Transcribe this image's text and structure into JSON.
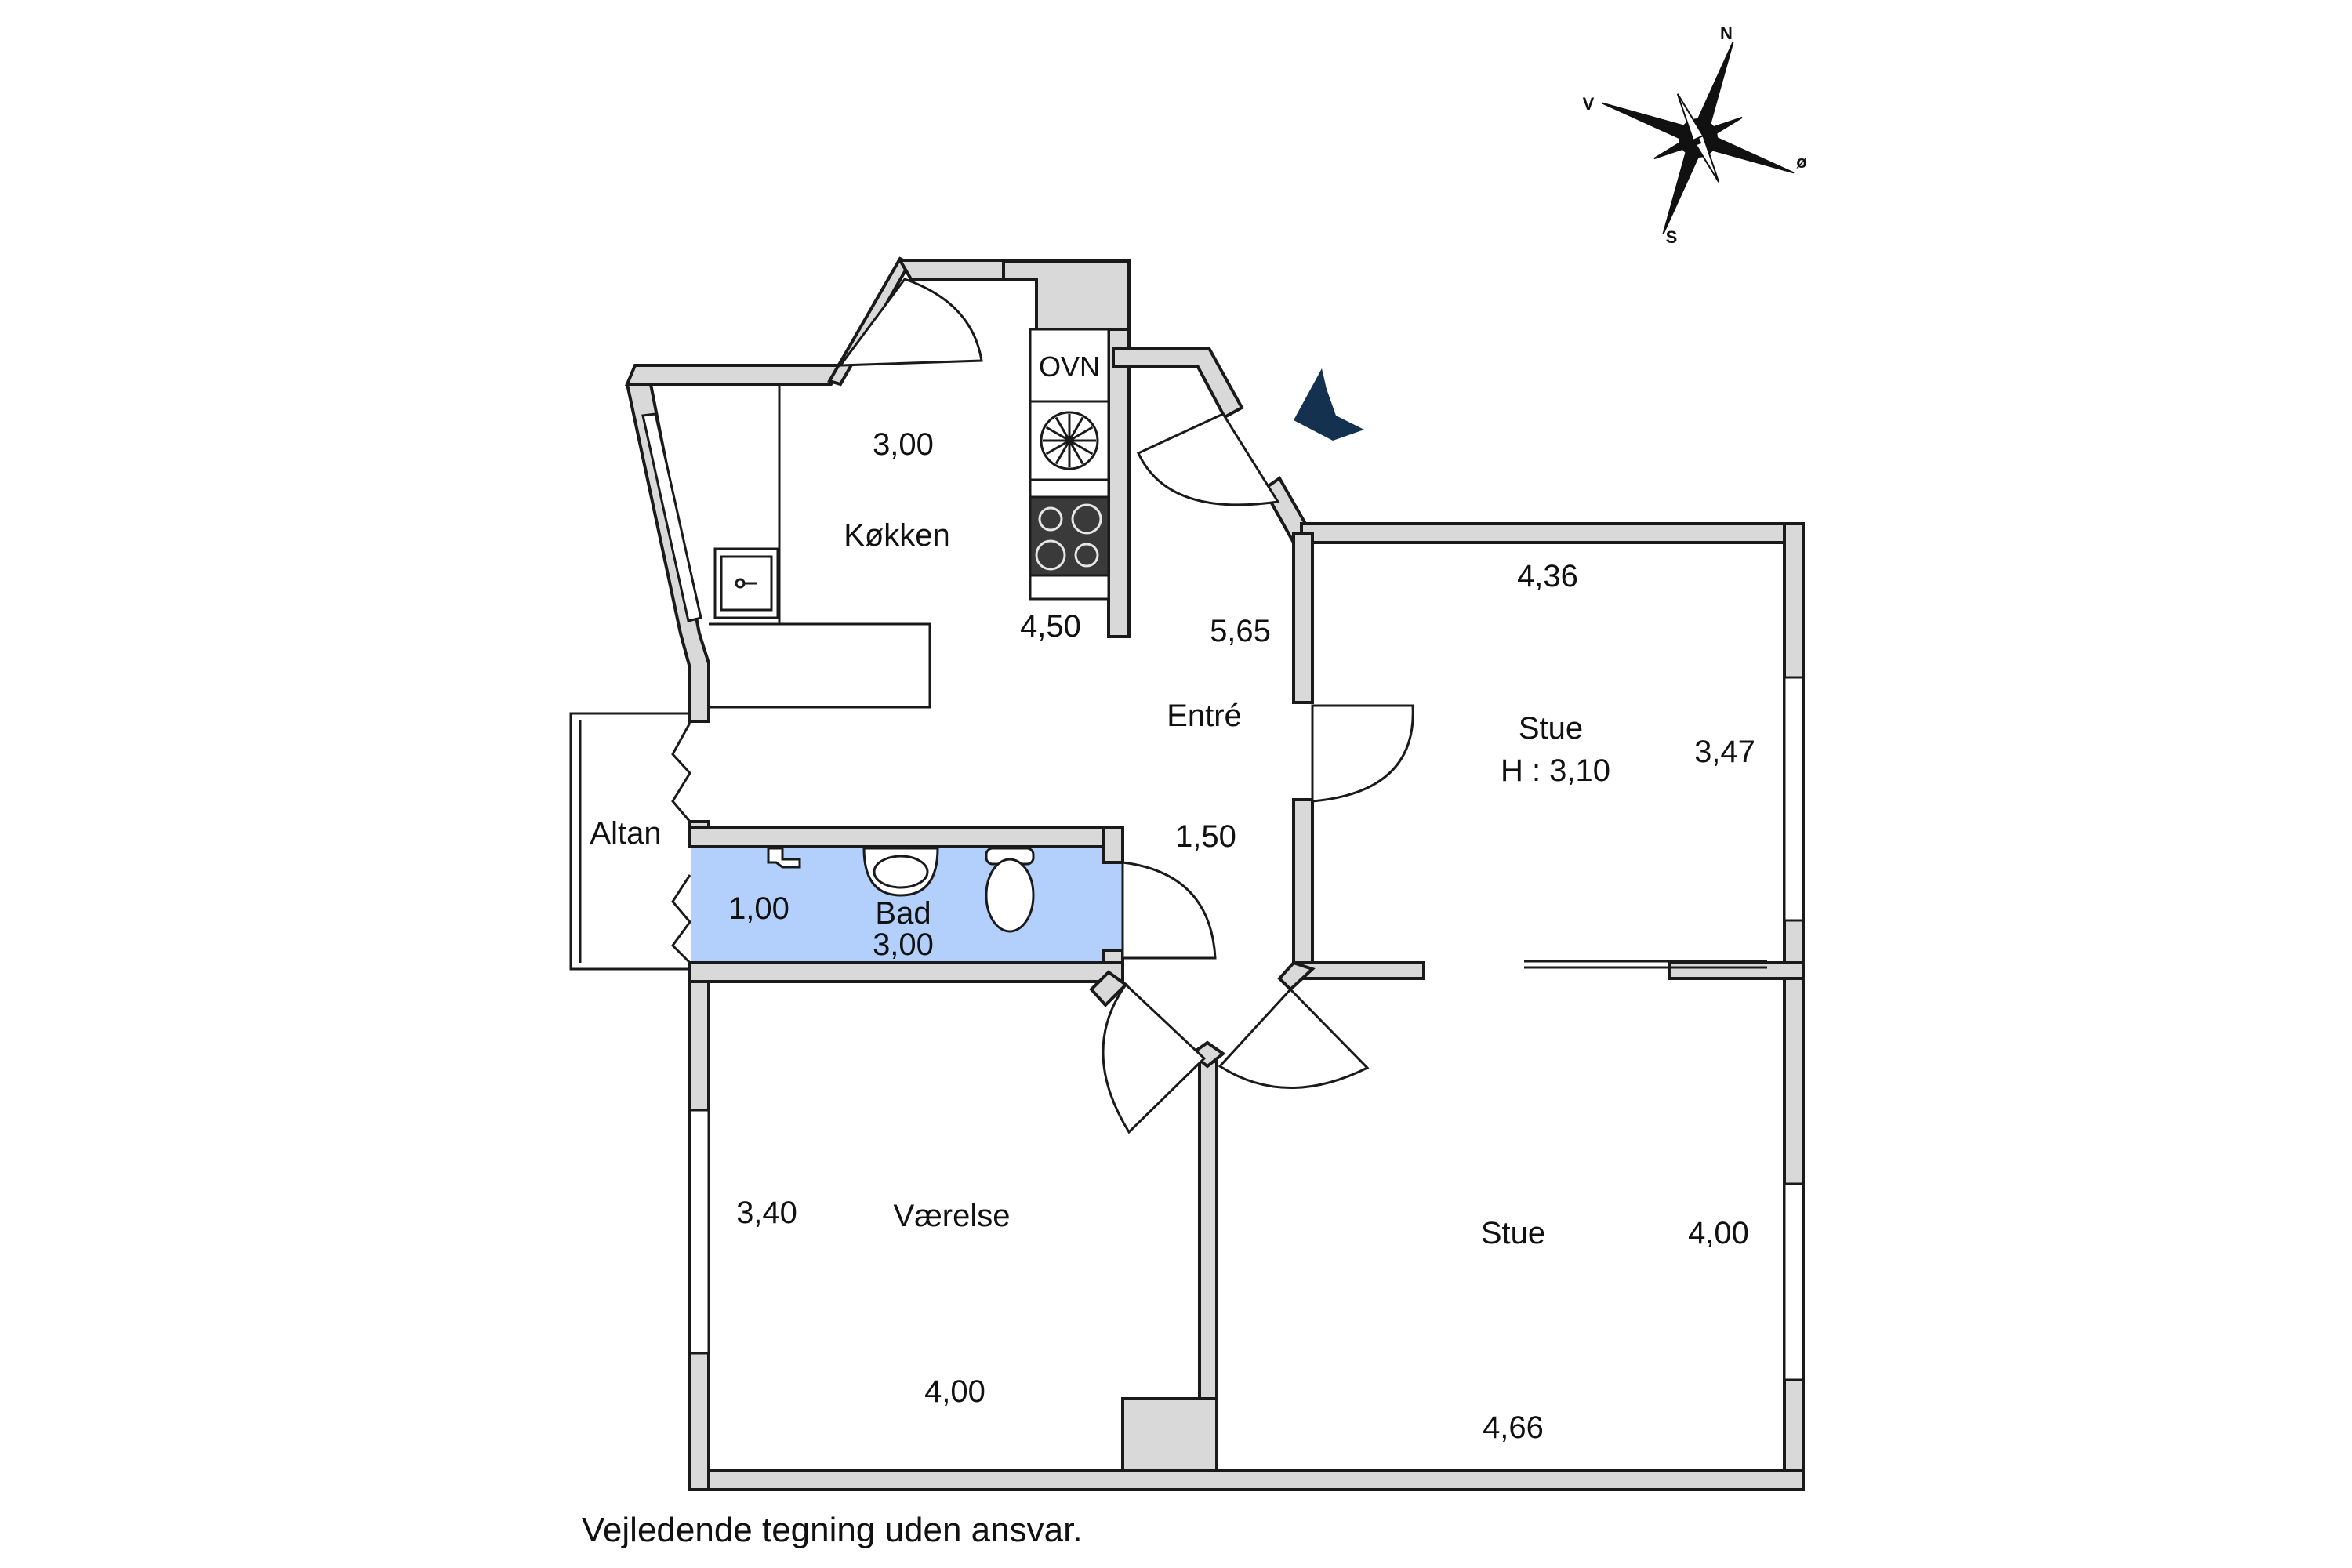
{
  "colors": {
    "bathroom_fill": "#b3cffb",
    "wall_fill": "#d9d9d9",
    "entrance_arrow": "#14324f",
    "outline": "#1a1a1a"
  },
  "compass": {
    "north": "N",
    "east": "ø",
    "south": "S",
    "west": "V"
  },
  "rooms": {
    "kitchen": {
      "name": "Køkken",
      "dim_top": "3,00",
      "dim_side": "4,50",
      "appliance_oven": "OVN"
    },
    "entrance": {
      "name": "Entré",
      "dim_top": "5,65",
      "dim_side": "1,50"
    },
    "living_top": {
      "name": "Stue",
      "height": "H : 3,10",
      "dim_top": "4,36",
      "dim_side": "3,47"
    },
    "balcony": {
      "name": "Altan"
    },
    "bath": {
      "name": "Bad",
      "dim_w": "3,00",
      "dim_h": "1,00"
    },
    "bedroom": {
      "name": "Værelse",
      "dim_side": "3,40",
      "dim_bottom": "4,00"
    },
    "living_bottom": {
      "name": "Stue",
      "dim_side": "4,00",
      "dim_bottom": "4,66"
    }
  },
  "disclaimer": "Vejledende tegning uden ansvar."
}
